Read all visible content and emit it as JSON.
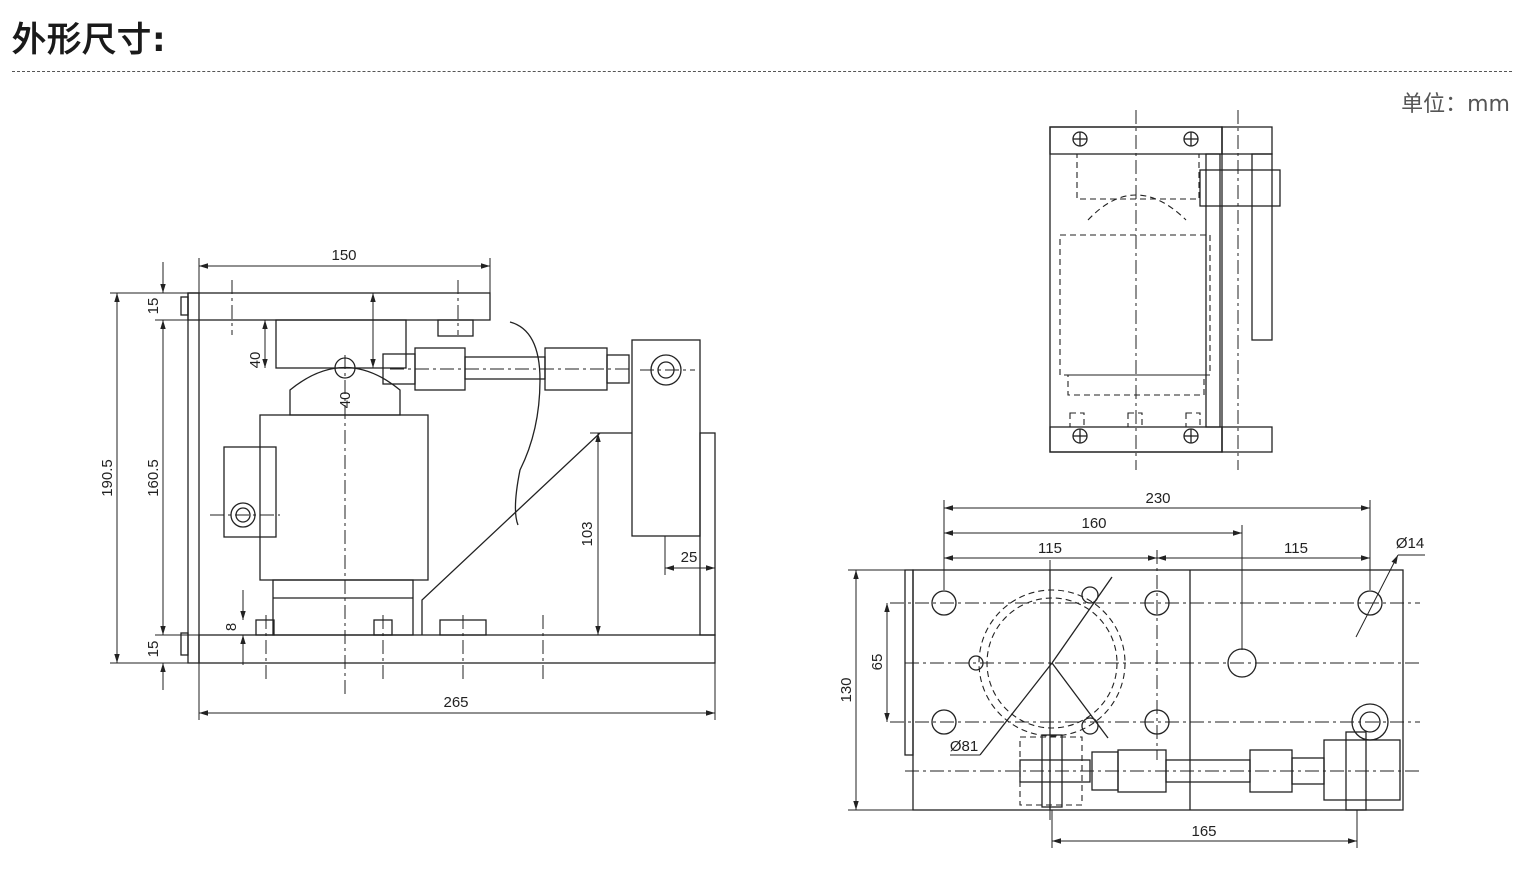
{
  "header": {
    "title": "外形尺寸:",
    "unit": "单位：mm"
  },
  "side_view": {
    "dims": {
      "top_width": "150",
      "plate_top": "15",
      "overall_height": "190.5",
      "inner_height": "160.5",
      "plate_bottom": "15",
      "cap_height": "40",
      "ball_height": "40",
      "gap": "8",
      "bracket_height": "103",
      "bracket_offset": "25",
      "base_length": "265"
    }
  },
  "plan_view": {
    "dims": {
      "total_width": "230",
      "hole_offset": "160",
      "left_span": "115",
      "right_span": "115",
      "hole_diameter": "Ø14",
      "height": "130",
      "hole_spacing": "65",
      "circle_diameter": "Ø81",
      "rod_length": "165"
    }
  }
}
